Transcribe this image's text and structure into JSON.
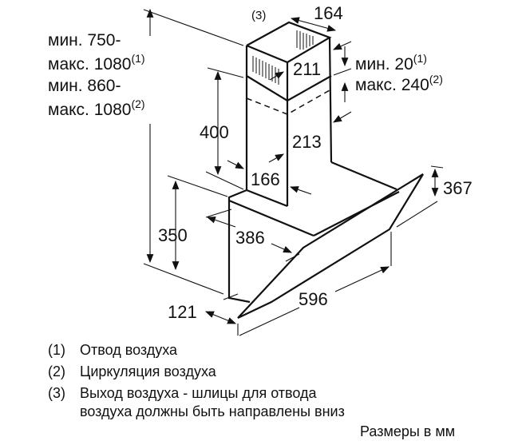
{
  "dims": {
    "left_height_1": "мин. 750-",
    "left_height_1b": "макс. 1080",
    "left_height_1_note": "(1)",
    "left_height_2": "мин. 860-",
    "left_height_2b": "макс. 1080",
    "left_height_2_note": "(2)",
    "chimney_note": "(3)",
    "chimney_width": "164",
    "chimney_upper_depth": "211",
    "gap_min": "мин. 20",
    "gap_min_note": "(1)",
    "gap_max": "макс. 240",
    "gap_max_note": "(2)",
    "chimney_height": "400",
    "chimney_lower_depth": "213",
    "chimney_lower_width": "166",
    "body_height": "350",
    "body_depth": "386",
    "glass_height": "367",
    "bottom_depth": "121",
    "width": "596"
  },
  "legend": [
    {
      "num": "(1)",
      "text": "Отвод воздуха"
    },
    {
      "num": "(2)",
      "text": "Циркуляция воздуха"
    },
    {
      "num": "(3)",
      "text": "Выход воздуха - шлицы для отвода"
    },
    {
      "num": "",
      "text": "воздуха должны быть направлены вниз"
    }
  ],
  "units_note": "Размеры в мм"
}
